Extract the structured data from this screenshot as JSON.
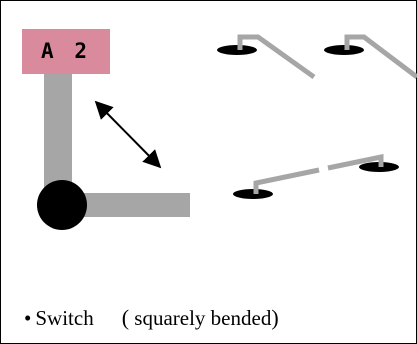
{
  "badge": {
    "label": "A 2"
  },
  "caption": {
    "bullet": "•",
    "name": "Switch",
    "open_paren": "(",
    "detail": " squarely bended",
    "close_paren": ")"
  },
  "colors": {
    "badge_background": "#d98a9c",
    "rail": "#a6a6a6",
    "ink": "#000000"
  }
}
